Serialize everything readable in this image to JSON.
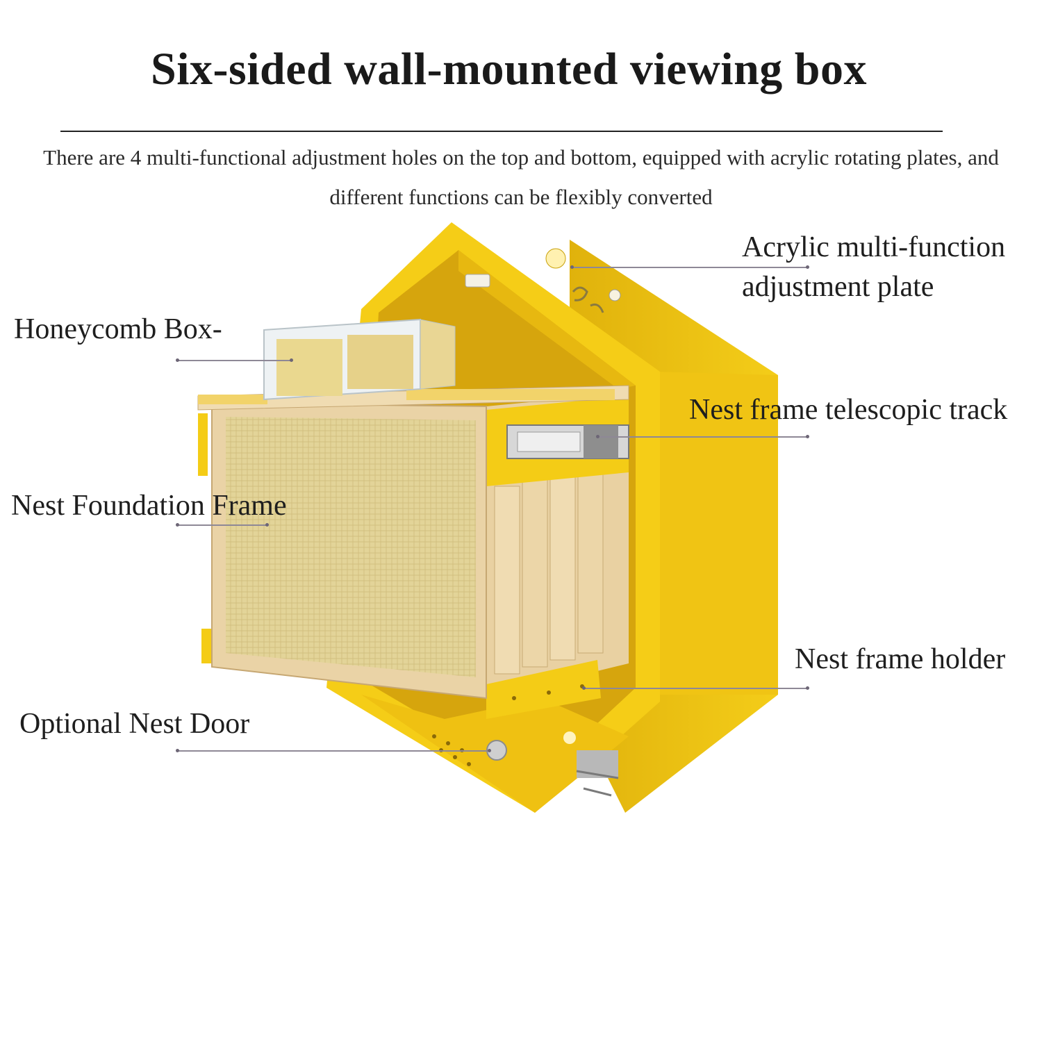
{
  "title": "Six-sided wall-mounted viewing box",
  "subtitle": "There are 4 multi-functional adjustment holes on the top and bottom, equipped with acrylic rotating plates, and different functions can be flexibly converted",
  "callouts": {
    "acrylic_plate": "Acrylic multi-function adjustment plate",
    "honeycomb_box": "Honeycomb Box-",
    "telescopic_track": "Nest frame telescopic track",
    "foundation_frame": "Nest Foundation Frame",
    "frame_holder": "Nest frame holder",
    "nest_door": "Optional Nest Door"
  },
  "colors": {
    "hive_yellow": "#f2c811",
    "hive_yellow_dark": "#d9a90a",
    "wood": "#ead3a6",
    "foundation": "#e5d59a",
    "leader": "#8e8896"
  }
}
